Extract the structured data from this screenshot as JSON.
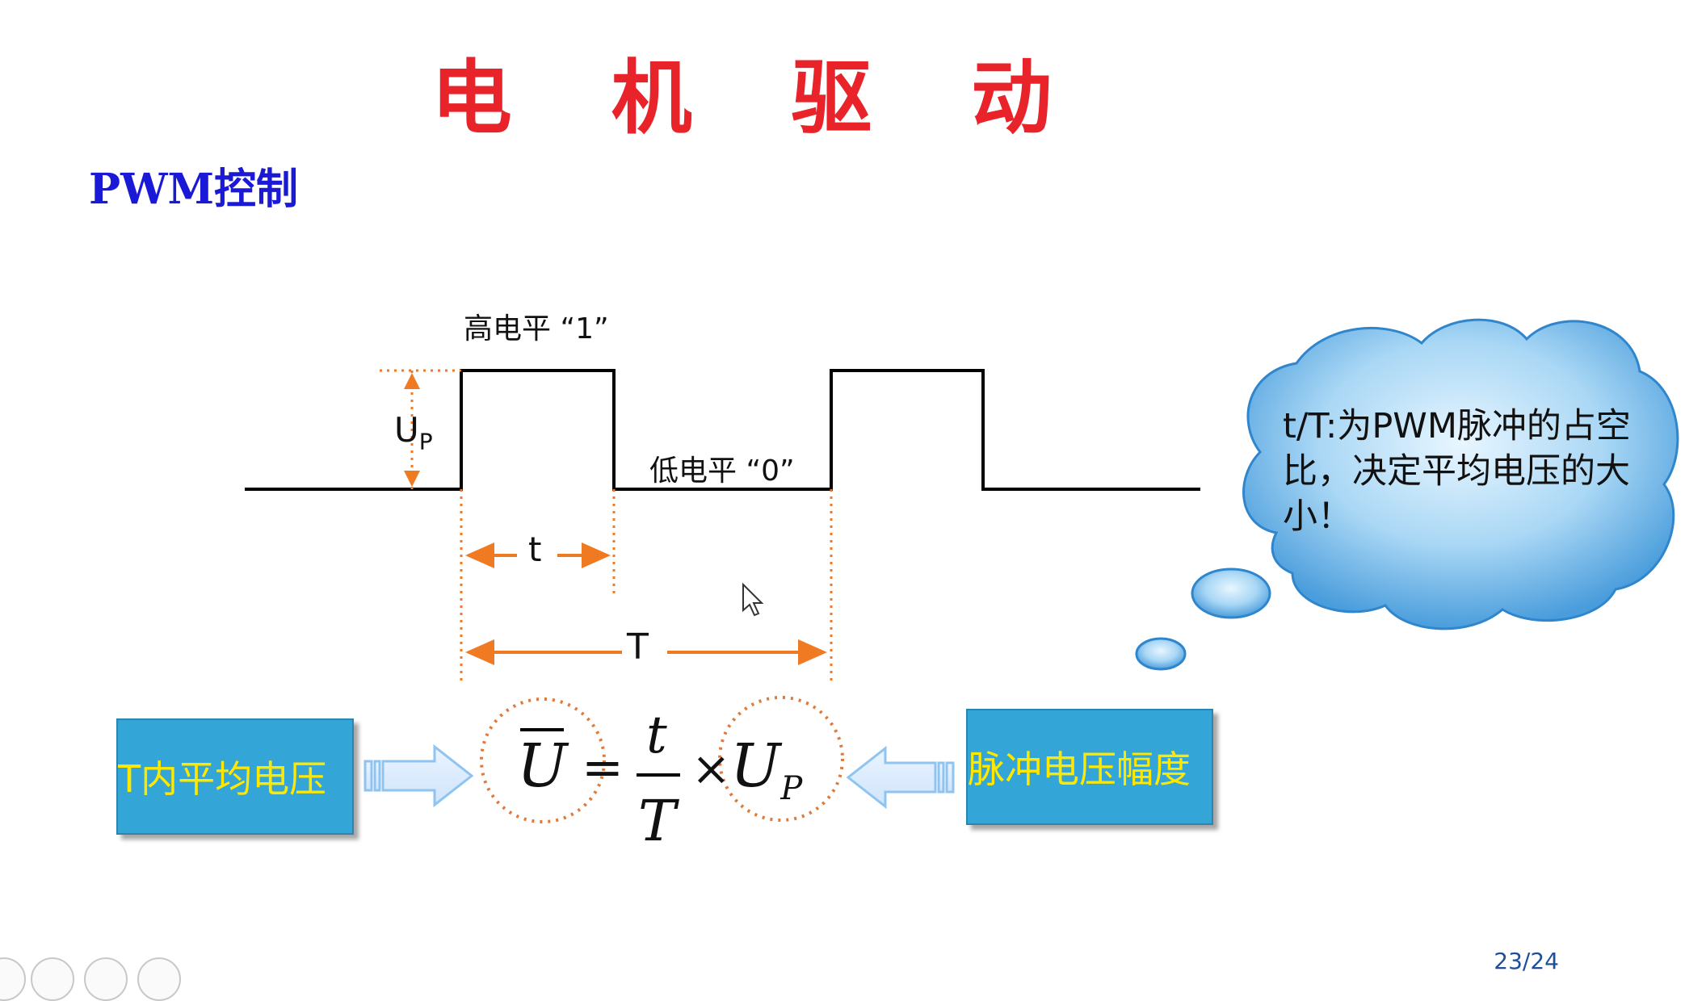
{
  "slide": {
    "title": "电 机 驱 动",
    "subtitle": "PWM控制",
    "page_number": "23/24"
  },
  "waveform": {
    "high_label": "高电平 “1”",
    "low_label": "低电平 “0”",
    "amplitude_label": "U",
    "amplitude_sub": "P",
    "pulse_width_label": "t",
    "period_label": "T"
  },
  "formula": {
    "avg_symbol": "U",
    "numerator": "t",
    "denominator": "T",
    "times": "×",
    "equals": "=",
    "amp_symbol": "U",
    "amp_sub": "P"
  },
  "left_box": {
    "label": "T内平均电压"
  },
  "right_box": {
    "label": "脉冲电压幅度"
  },
  "cloud": {
    "text": "t/T:为PWM脉冲的占空比，决定平均电压的大小！"
  },
  "colors": {
    "title": "#e8232a",
    "subtitle": "#1a1ad6",
    "accent_orange": "#f07a22",
    "box_fill": "#33a5d6",
    "box_text": "#ffe800",
    "cloud_fill": "#6fb8ea",
    "page_number": "#1f4e9a"
  },
  "nav_icons": [
    "pen-icon",
    "grid-icon",
    "zoom-icon",
    "more-icon"
  ]
}
